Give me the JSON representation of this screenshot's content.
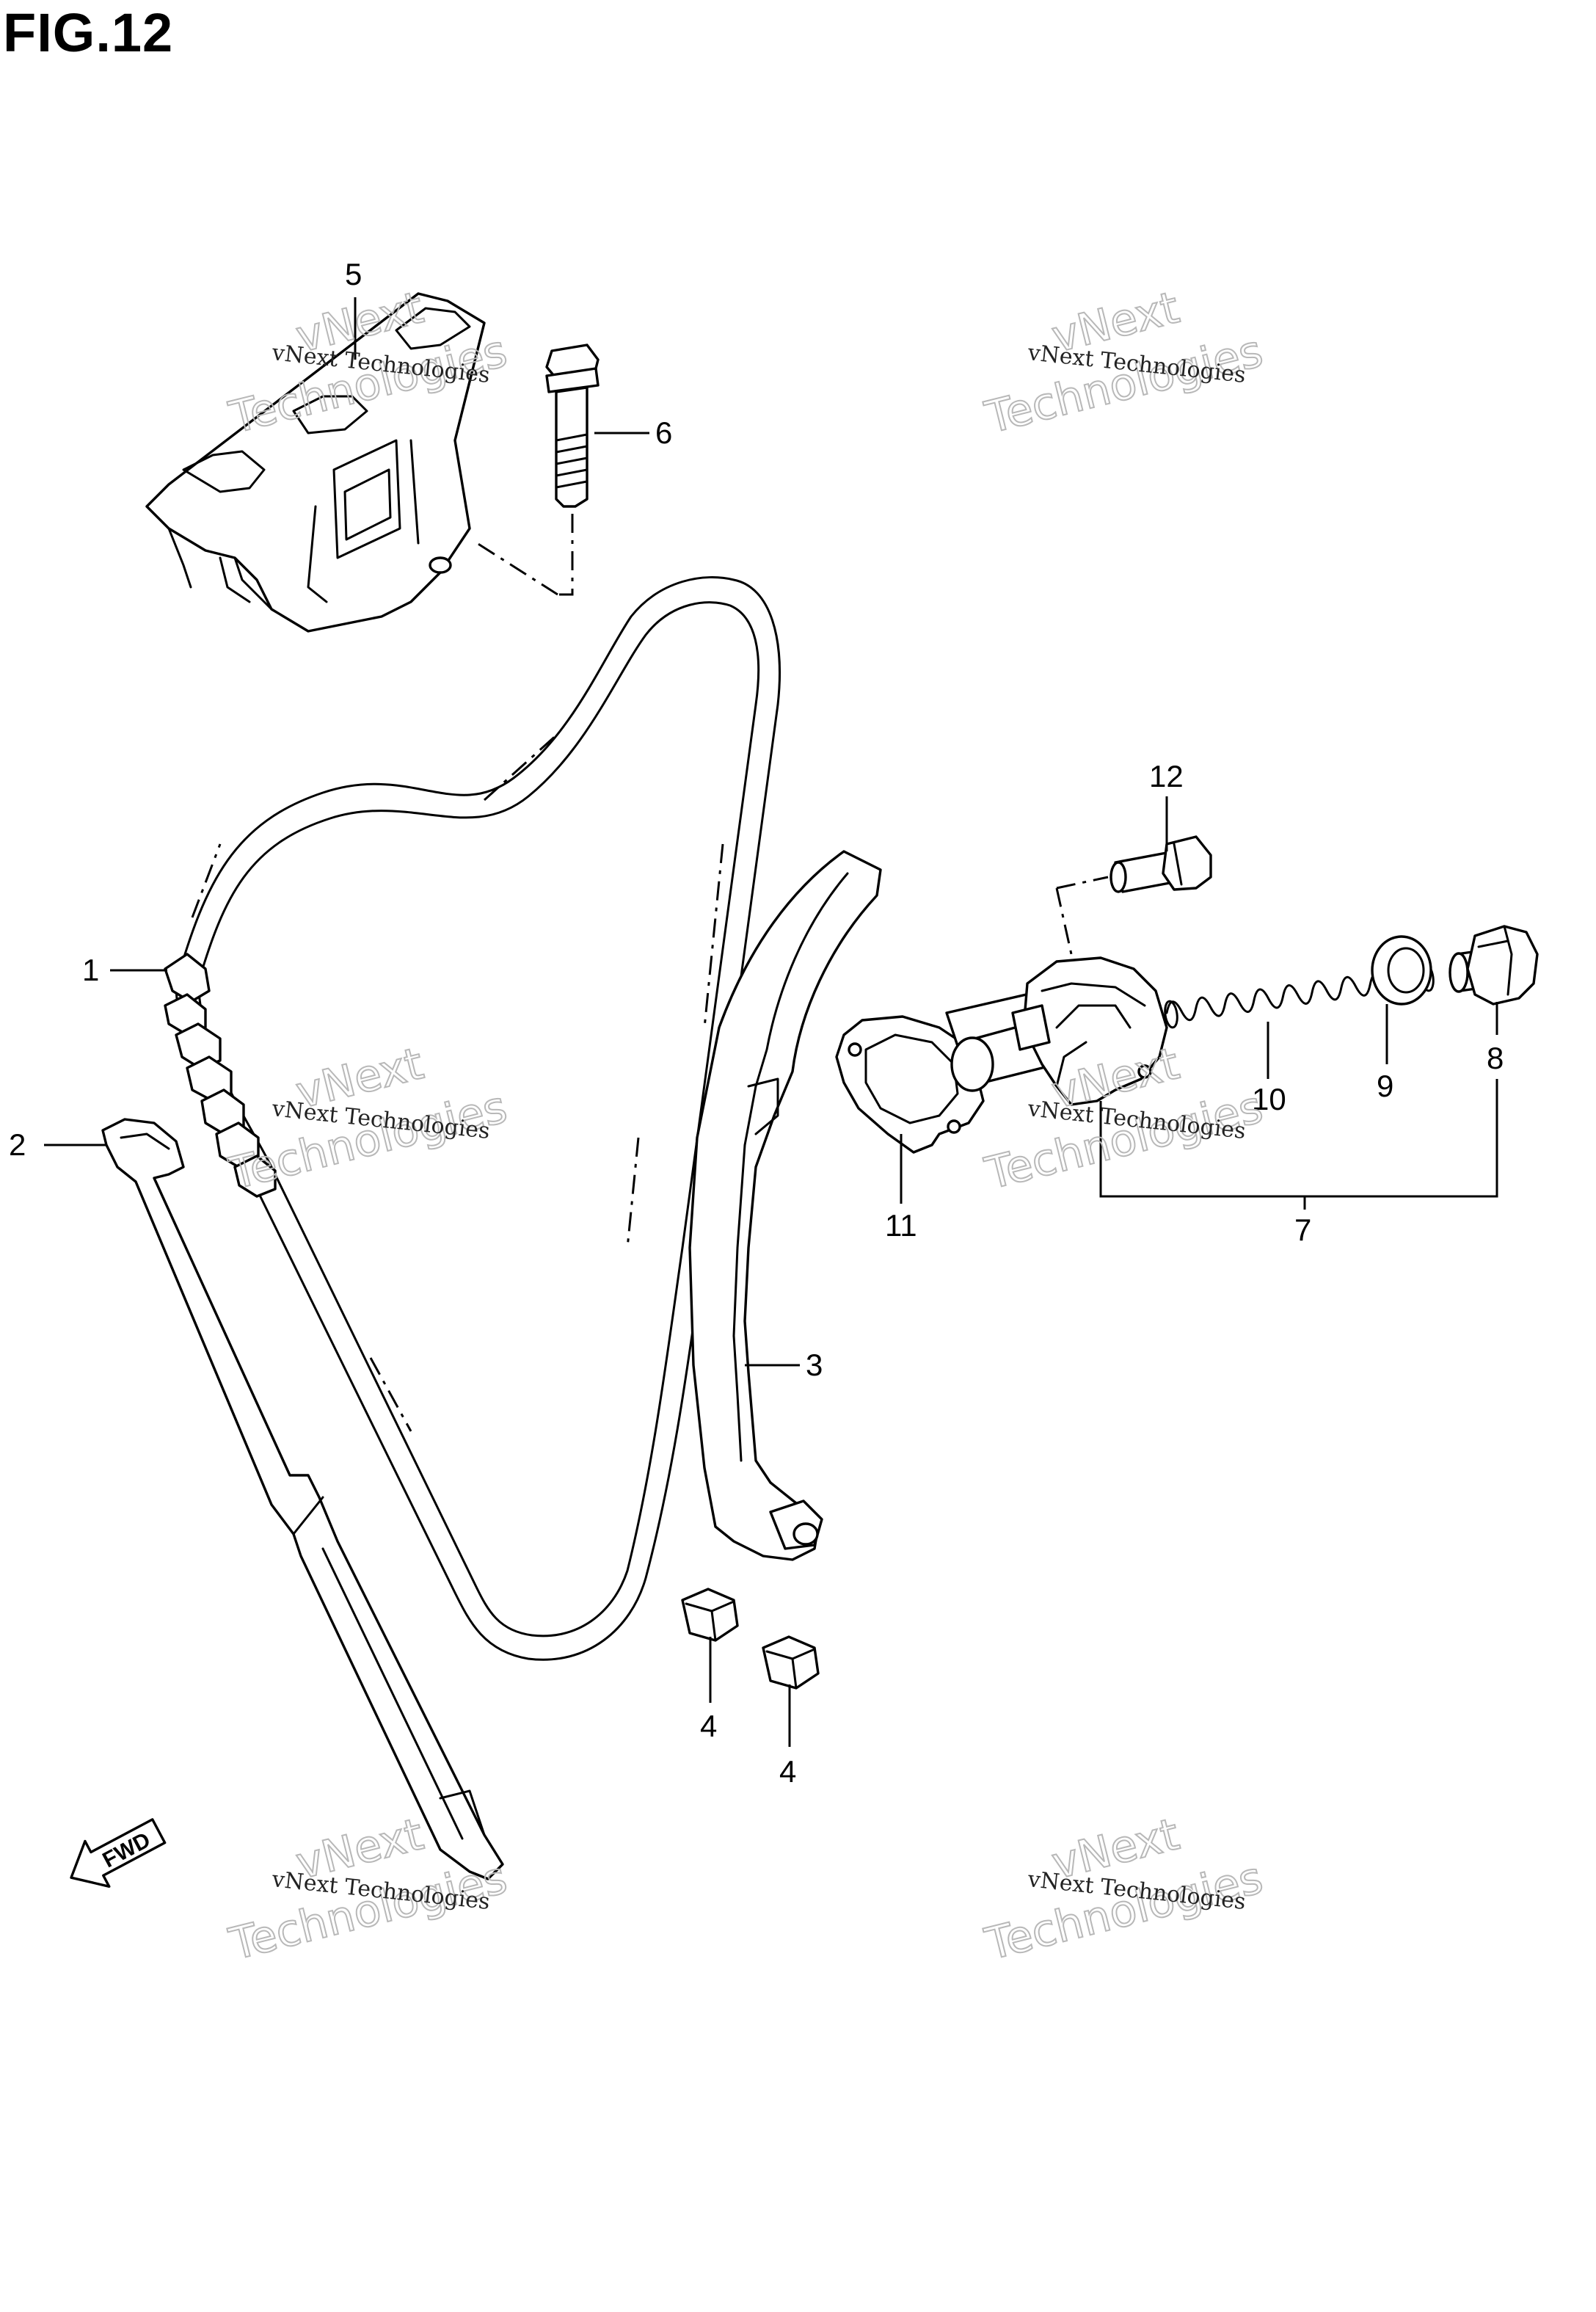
{
  "figure": {
    "title": "FIG.12"
  },
  "callouts": [
    {
      "label": "1"
    },
    {
      "label": "2"
    },
    {
      "label": "3"
    },
    {
      "label": "4"
    },
    {
      "label": "4"
    },
    {
      "label": "5"
    },
    {
      "label": "6"
    },
    {
      "label": "7"
    },
    {
      "label": "8"
    },
    {
      "label": "9"
    },
    {
      "label": "10"
    },
    {
      "label": "11"
    },
    {
      "label": "12"
    }
  ],
  "watermark": {
    "line1": "vNext Technologies",
    "line2": "vNext",
    "line3": "Technologies"
  },
  "direction_arrow": {
    "label": "FWD",
    "icon": "forward-arrow-icon"
  }
}
